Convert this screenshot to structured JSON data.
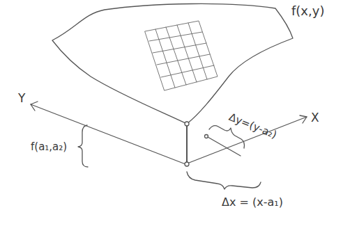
{
  "diagram": {
    "labels": [
      "f(x,y)",
      "Y",
      "X",
      "f(a₁,a₂)",
      "Δy=(y-a₂)",
      "Δx = (x-a₁)"
    ]
  }
}
